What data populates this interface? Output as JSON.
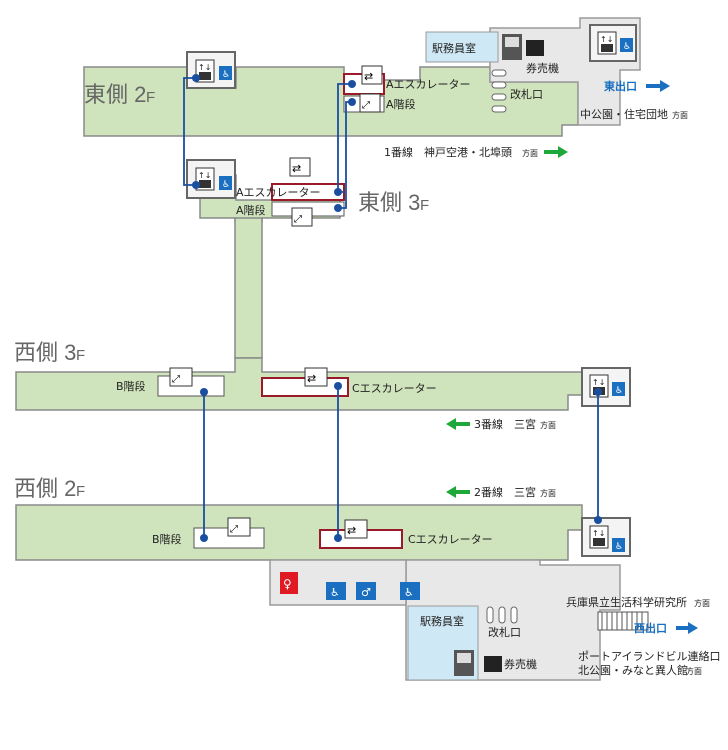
{
  "floors": {
    "east2f": "東側 2",
    "east3f": "東側 3",
    "west3f": "西側 3",
    "west2f": "西側 2",
    "f": "F"
  },
  "rooms": {
    "station_office_top": "駅務員室",
    "station_office_bottom": "駅務員室",
    "ticket_top": "券売機",
    "ticket_bottom": "券売機",
    "gate_top": "改札口",
    "gate_bottom": "改札口"
  },
  "exits": {
    "east": "東出口",
    "west": "西出口",
    "east_dest": "中公園・住宅団地",
    "west_dest_top": "兵庫県立生活科学研究所",
    "west_dest_1": "ポートアイランドビル連絡口",
    "west_dest_2": "北公園・みなと異人館",
    "direction": "方面"
  },
  "facilities": {
    "a_escalator_2f": "Aエスカレーター",
    "a_stairs_2f": "A階段",
    "a_escalator_3f": "Aエスカレーター",
    "a_stairs_3f": "A階段",
    "b_stairs_3f": "B階段",
    "c_escalator_3f": "Cエスカレーター",
    "b_stairs_2f": "B階段",
    "c_escalator_2f": "Cエスカレーター"
  },
  "lines": {
    "line1": "1番線　神戸空港・北埠頭",
    "line3": "3番線　三宮",
    "line2": "2番線　三宮",
    "direction": "方面"
  },
  "colors": {
    "floor_fill": "#cfe3bc",
    "wall": "#8a8a8a",
    "office": "#cfe8f5",
    "route": "#1a4fa0",
    "arrow_green": "#1fa83a",
    "arrow_blue": "#1a6fc0",
    "escalator_red": "#9a1a2a",
    "toilet_red": "#e01a22",
    "toilet_blue": "#1a6fc0"
  }
}
